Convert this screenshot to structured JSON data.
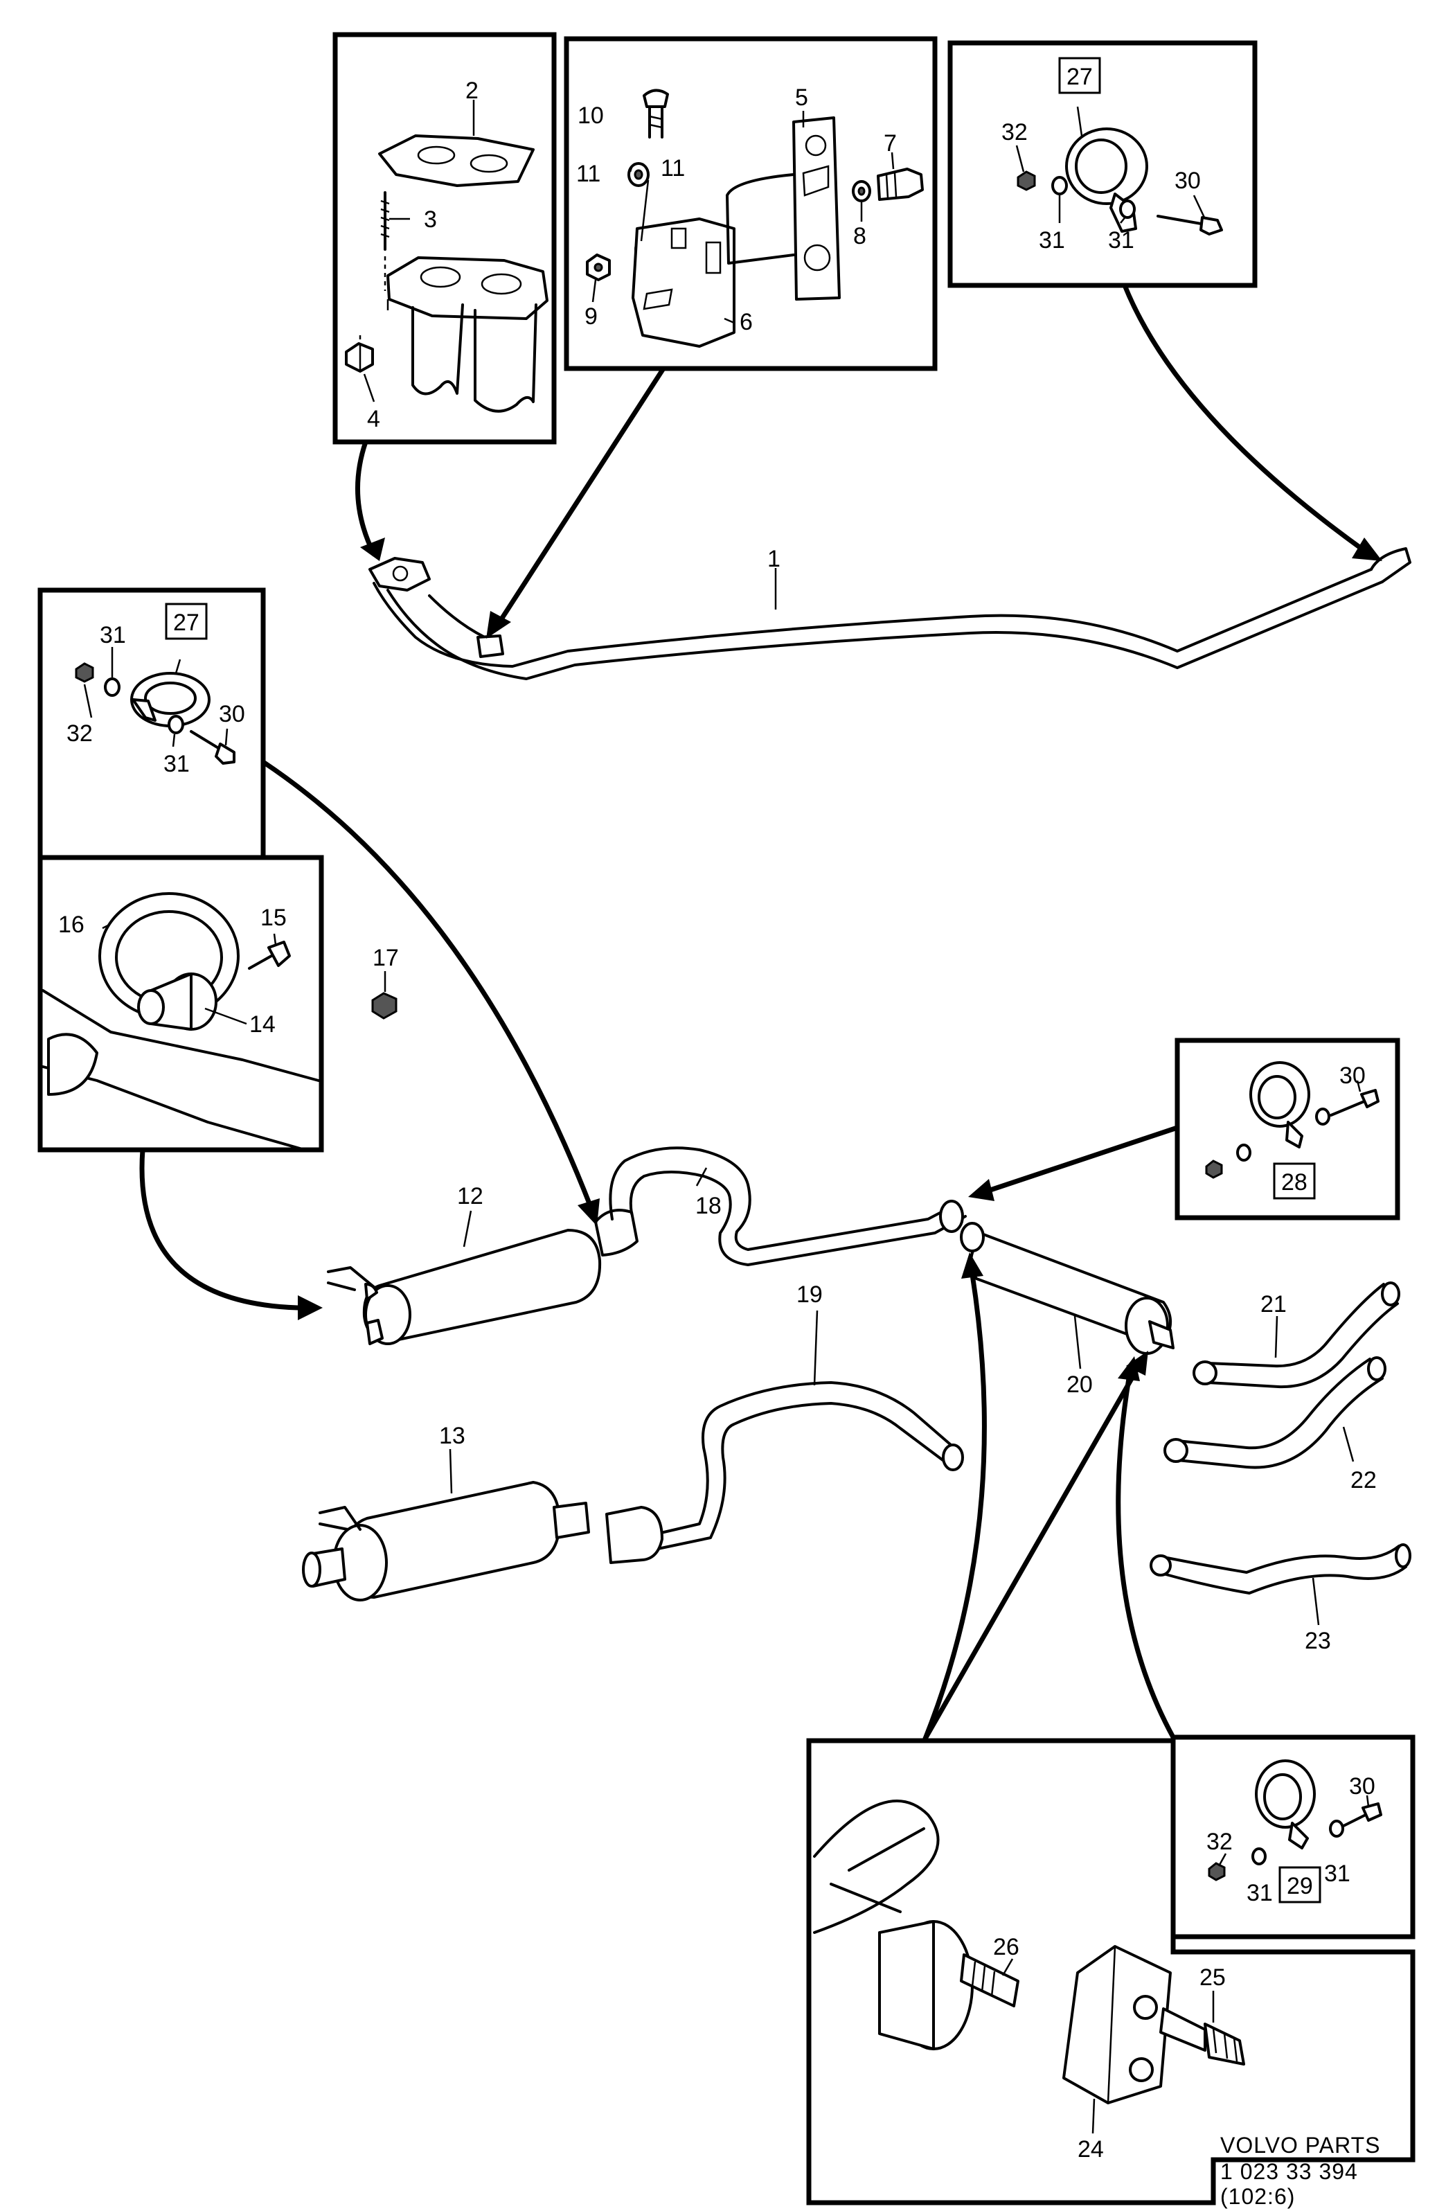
{
  "labels": {
    "p1": "1",
    "p2": "2",
    "p3": "3",
    "p4": "4",
    "p5": "5",
    "p6": "6",
    "p7": "7",
    "p8": "8",
    "p9": "9",
    "p10": "10",
    "p11a": "11",
    "p11b": "11",
    "p12": "12",
    "p13": "13",
    "p14": "14",
    "p15": "15",
    "p16": "16",
    "p17": "17",
    "p18": "18",
    "p19": "19",
    "p20": "20",
    "p21": "21",
    "p22": "22",
    "p23": "23",
    "p24": "24",
    "p25": "25",
    "p26": "26",
    "tr_27": "27",
    "tr_30": "30",
    "tr_31a": "31",
    "tr_31b": "31",
    "tr_32": "32",
    "ml_27": "27",
    "ml_30": "30",
    "ml_31a": "31",
    "ml_31b": "31",
    "ml_32": "32",
    "mr_28": "28",
    "mr_30": "30",
    "br_29": "29",
    "br_30": "30",
    "br_31a": "31",
    "br_31b": "31",
    "br_32": "32"
  },
  "reference": {
    "line1": "VOLVO PARTS",
    "line2": "1 023 33 394",
    "line3": "(102:6)"
  },
  "colors": {
    "ink": "#000000",
    "paper": "#ffffff"
  }
}
